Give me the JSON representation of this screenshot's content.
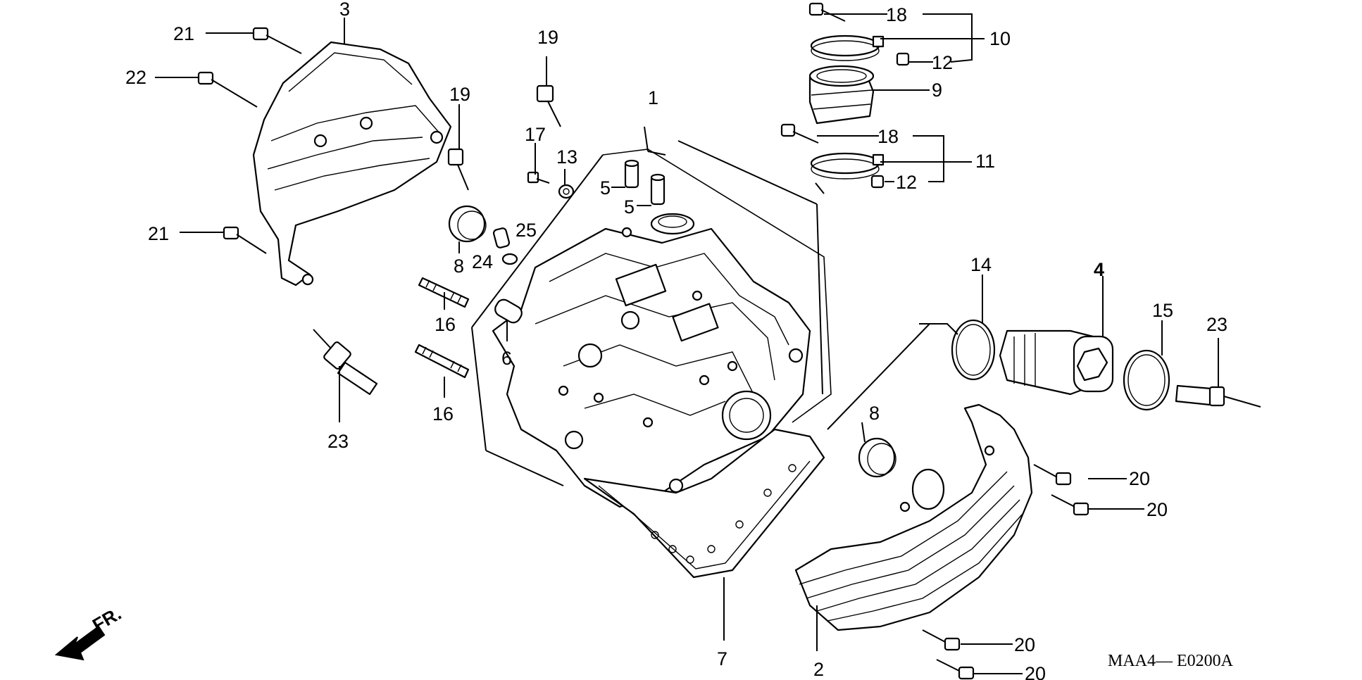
{
  "labels": {
    "l1": "1",
    "l2": "2",
    "l3": "3",
    "l4": "4",
    "l5a": "5",
    "l5b": "5",
    "l6": "6",
    "l7": "7",
    "l8a": "8",
    "l8b": "8",
    "l9": "9",
    "l10": "10",
    "l11": "11",
    "l12a": "12",
    "l12b": "12",
    "l13": "13",
    "l14": "14",
    "l15": "15",
    "l16a": "16",
    "l16b": "16",
    "l17": "17",
    "l18a": "18",
    "l18b": "18",
    "l19a": "19",
    "l19b": "19",
    "l20a": "20",
    "l20b": "20",
    "l20c": "20",
    "l20d": "20",
    "l21a": "21",
    "l21b": "21",
    "l22": "22",
    "l23a": "23",
    "l23b": "23",
    "l24": "24",
    "l25": "25"
  },
  "front_marker": "FR.",
  "diagram_code": "MAA4— E0200A"
}
